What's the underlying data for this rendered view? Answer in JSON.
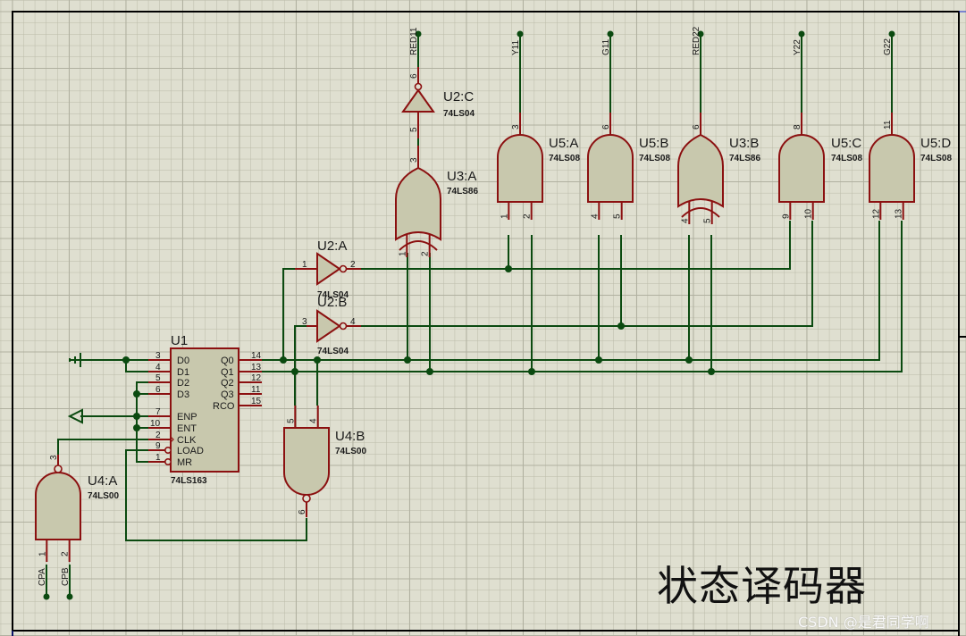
{
  "title": "状态译码器",
  "watermark": "CSDN @是君同学啊",
  "colors": {
    "background": "#dfdfd0",
    "wire": "#0b4a10",
    "component_outline": "#8b1010",
    "component_fill": "#c8c8ad"
  },
  "counter": {
    "ref": "U1",
    "part": "74LS163",
    "left_pins": [
      {
        "num": "3",
        "name": "D0"
      },
      {
        "num": "4",
        "name": "D1"
      },
      {
        "num": "5",
        "name": "D2"
      },
      {
        "num": "6",
        "name": "D3"
      },
      {
        "num": "7",
        "name": "ENP"
      },
      {
        "num": "10",
        "name": "ENT"
      },
      {
        "num": "2",
        "name": "CLK"
      },
      {
        "num": "9",
        "name": "LOAD"
      },
      {
        "num": "1",
        "name": "MR"
      }
    ],
    "right_pins": [
      {
        "num": "14",
        "name": "Q0"
      },
      {
        "num": "13",
        "name": "Q1"
      },
      {
        "num": "12",
        "name": "Q2"
      },
      {
        "num": "11",
        "name": "Q3"
      },
      {
        "num": "15",
        "name": "RCO"
      }
    ]
  },
  "inverters": [
    {
      "ref": "U2:A",
      "part": "74LS04",
      "in_pin": "1",
      "out_pin": "2"
    },
    {
      "ref": "U2:B",
      "part": "74LS04",
      "in_pin": "3",
      "out_pin": "4"
    },
    {
      "ref": "U2:C",
      "part": "74LS04",
      "in_pin": "5",
      "out_pin": "6"
    }
  ],
  "gates": [
    {
      "ref": "U3:A",
      "part": "74LS86",
      "type": "xor",
      "in_pins": [
        "1",
        "2"
      ],
      "out_pin": "3",
      "net": ""
    },
    {
      "ref": "U5:A",
      "part": "74LS08",
      "type": "and",
      "in_pins": [
        "1",
        "2"
      ],
      "out_pin": "3",
      "net": "Y11"
    },
    {
      "ref": "U5:B",
      "part": "74LS08",
      "type": "and",
      "in_pins": [
        "4",
        "5"
      ],
      "out_pin": "6",
      "net": "G11"
    },
    {
      "ref": "U3:B",
      "part": "74LS86",
      "type": "xor",
      "in_pins": [
        "4",
        "5"
      ],
      "out_pin": "6",
      "net": "RED22"
    },
    {
      "ref": "U5:C",
      "part": "74LS08",
      "type": "and",
      "in_pins": [
        "9",
        "10"
      ],
      "out_pin": "8",
      "net": "Y22"
    },
    {
      "ref": "U5:D",
      "part": "74LS08",
      "type": "and",
      "in_pins": [
        "12",
        "13"
      ],
      "out_pin": "11",
      "net": "G22"
    },
    {
      "ref": "U4:A",
      "part": "74LS00",
      "type": "nand",
      "in_pins": [
        "1",
        "2"
      ],
      "out_pin": "3",
      "net": ""
    },
    {
      "ref": "U4:B",
      "part": "74LS00",
      "type": "nand",
      "in_pins": [
        "5",
        "4"
      ],
      "out_pin": "6",
      "net": ""
    }
  ],
  "output_nets": [
    "RED11",
    "Y11",
    "G11",
    "RED22",
    "Y22",
    "G22"
  ],
  "input_nets": [
    "CPA",
    "CPB"
  ]
}
